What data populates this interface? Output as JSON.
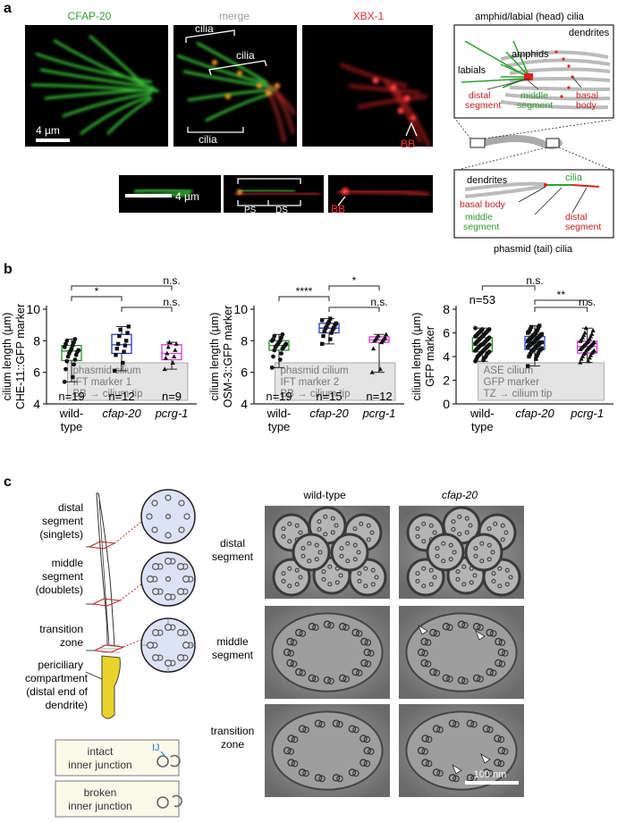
{
  "panel_a": {
    "label": "a",
    "micro_titles": {
      "green": "CFAP-20",
      "merge": "merge",
      "red": "XBX-1"
    },
    "head_labels": {
      "cilia_top": "cilia",
      "cilia_mid": "cilia",
      "cilia_bottom": "cilia",
      "bb": "BB",
      "scale": "4 µm"
    },
    "tail_labels": {
      "cilia": "cilia",
      "ps": "PS",
      "ds": "DS",
      "bb": "BB",
      "scale": "4 µm"
    },
    "head_schematic": {
      "title": "amphid/labial (head) cilia",
      "dendrites": "dendrites",
      "amphids": "amphids",
      "labials": "labials",
      "distal": "distal\nsegment",
      "middle": "middle\nsegment",
      "basal": "basal\nbody"
    },
    "tail_schematic": {
      "title": "phasmid (tail) cilia",
      "dendrites": "dendrites",
      "cilia": "cilia",
      "basal_body": "basal body",
      "middle": "middle\nsegment",
      "distal": "distal\nsegment"
    }
  },
  "panel_b": {
    "label": "b",
    "plots": [
      {
        "ylabel": "cilium length (µm)\nCHE-11::GFP marker",
        "yticks": [
          "4",
          "6",
          "8",
          "10"
        ],
        "ylim": [
          4,
          10
        ],
        "infobox": [
          "phasmid cilium",
          "IFT marker 1",
          "BB → cilium tip"
        ],
        "sig": [
          {
            "from": 0,
            "to": 1,
            "label": "*"
          },
          {
            "from": 0,
            "to": 2,
            "label": "n.s."
          },
          {
            "from": 1,
            "to": 2,
            "label": "n.s."
          }
        ],
        "n_top": "",
        "groups": [
          {
            "name": "wild-type",
            "italic": false,
            "color": "#2e8b2e",
            "marker": "circle",
            "n": "n=19",
            "q1": 6.75,
            "median": 7.35,
            "q3": 7.7,
            "min": 5.4,
            "max": 8.1,
            "points": [
              5.4,
              5.7,
              6.2,
              6.5,
              6.7,
              6.8,
              7.0,
              7.1,
              7.2,
              7.3,
              7.35,
              7.4,
              7.5,
              7.6,
              7.7,
              7.8,
              7.9,
              8.0,
              8.1
            ]
          },
          {
            "name": "cfap-20",
            "italic": true,
            "color": "#2b3fbf",
            "marker": "square",
            "n": "n=12",
            "q1": 7.2,
            "median": 7.75,
            "q3": 8.4,
            "min": 6.1,
            "max": 8.9,
            "points": [
              6.1,
              6.6,
              7.1,
              7.3,
              7.5,
              7.7,
              7.8,
              8.0,
              8.3,
              8.5,
              8.7,
              8.9
            ]
          },
          {
            "name": "pcrg-1",
            "italic": true,
            "color": "#d43fd4",
            "marker": "triangle",
            "n": "n=9",
            "q1": 6.8,
            "median": 7.2,
            "q3": 7.75,
            "min": 6.2,
            "max": 7.9,
            "points": [
              6.2,
              6.6,
              6.9,
              7.0,
              7.2,
              7.4,
              7.6,
              7.8,
              7.9
            ]
          }
        ]
      },
      {
        "ylabel": "cilium length (µm)\nOSM-3::GFP marker",
        "yticks": [
          "4",
          "6",
          "8",
          "10"
        ],
        "ylim": [
          4,
          10
        ],
        "infobox": [
          "phasmid cilium",
          "IFT marker 2",
          "BB → cilium tip"
        ],
        "sig": [
          {
            "from": 0,
            "to": 1,
            "label": "****"
          },
          {
            "from": 1,
            "to": 2,
            "label": "*"
          },
          {
            "from": 1,
            "to": 2,
            "label": "n.s."
          }
        ],
        "n_top": "",
        "groups": [
          {
            "name": "wild-type",
            "italic": false,
            "color": "#2e8b2e",
            "marker": "circle",
            "n": "n=19",
            "q1": 7.4,
            "median": 7.7,
            "q3": 8.0,
            "min": 6.3,
            "max": 8.4,
            "points": [
              6.3,
              6.8,
              7.0,
              7.2,
              7.4,
              7.5,
              7.6,
              7.6,
              7.7,
              7.7,
              7.8,
              7.8,
              7.9,
              8.0,
              8.0,
              8.1,
              8.2,
              8.3,
              8.4
            ]
          },
          {
            "name": "cfap-20",
            "italic": true,
            "color": "#2b3fbf",
            "marker": "square",
            "n": "n=15",
            "q1": 8.5,
            "median": 8.8,
            "q3": 9.1,
            "min": 7.8,
            "max": 9.4,
            "points": [
              7.8,
              8.1,
              8.3,
              8.5,
              8.6,
              8.7,
              8.8,
              8.8,
              8.9,
              9.0,
              9.1,
              9.1,
              9.2,
              9.3,
              9.4
            ]
          },
          {
            "name": "pcrg-1",
            "italic": true,
            "color": "#d43fd4",
            "marker": "triangle",
            "n": "n=12",
            "q1": 7.9,
            "median": 8.05,
            "q3": 8.25,
            "min": 6.0,
            "max": 8.4,
            "points": [
              6.0,
              6.2,
              7.5,
              7.9,
              8.0,
              8.0,
              8.1,
              8.1,
              8.2,
              8.2,
              8.3,
              8.4
            ]
          }
        ]
      },
      {
        "ylabel": "cilium length (µm)\nGFP marker",
        "yticks": [
          "0",
          "2",
          "4",
          "6",
          "8"
        ],
        "ylim": [
          0,
          8
        ],
        "infobox": [
          "ASE cilium",
          "GFP marker",
          "TZ → cilium tip"
        ],
        "sig": [
          {
            "from": 1,
            "to": 2,
            "label": "**"
          },
          {
            "from": 0,
            "to": 1,
            "label": "n.s."
          },
          {
            "from": 1,
            "to": 2,
            "label": "n.s."
          }
        ],
        "n_top": "n=53",
        "groups": [
          {
            "name": "wild-type",
            "italic": false,
            "color": "#2e8b2e",
            "marker": "circle",
            "n": "",
            "q1": 4.4,
            "median": 4.95,
            "q3": 5.6,
            "min": 3.6,
            "max": 6.4,
            "points": [
              3.6,
              3.7,
              3.8,
              3.9,
              4.0,
              4.0,
              4.1,
              4.2,
              4.2,
              4.3,
              4.3,
              4.4,
              4.4,
              4.5,
              4.5,
              4.6,
              4.6,
              4.7,
              4.7,
              4.8,
              4.8,
              4.9,
              4.9,
              5.0,
              5.0,
              5.0,
              5.1,
              5.1,
              5.2,
              5.2,
              5.3,
              5.3,
              5.4,
              5.4,
              5.5,
              5.5,
              5.6,
              5.6,
              5.7,
              5.7,
              5.8,
              5.8,
              5.9,
              5.9,
              6.0,
              6.0,
              6.1,
              6.1,
              6.2,
              6.2,
              6.3,
              6.3,
              6.4
            ]
          },
          {
            "name": "cfap-20",
            "italic": true,
            "color": "#2b3fbf",
            "marker": "square",
            "n": "",
            "q1": 4.6,
            "median": 5.15,
            "q3": 5.7,
            "min": 3.2,
            "max": 6.6,
            "points": [
              3.2,
              3.8,
              4.0,
              4.1,
              4.2,
              4.3,
              4.4,
              4.5,
              4.5,
              4.6,
              4.6,
              4.7,
              4.7,
              4.8,
              4.8,
              4.9,
              4.9,
              5.0,
              5.0,
              5.1,
              5.1,
              5.1,
              5.2,
              5.2,
              5.2,
              5.3,
              5.3,
              5.4,
              5.4,
              5.5,
              5.5,
              5.6,
              5.6,
              5.7,
              5.7,
              5.8,
              5.8,
              5.9,
              5.9,
              6.0,
              6.0,
              6.1,
              6.2,
              6.3,
              6.4,
              6.5,
              6.6
            ]
          },
          {
            "name": "pcrg-1",
            "italic": true,
            "color": "#d43fd4",
            "marker": "triangle",
            "n": "",
            "q1": 4.3,
            "median": 4.85,
            "q3": 5.3,
            "min": 3.5,
            "max": 6.4,
            "points": [
              3.5,
              3.6,
              3.8,
              3.9,
              4.0,
              4.1,
              4.2,
              4.3,
              4.3,
              4.4,
              4.5,
              4.5,
              4.6,
              4.6,
              4.7,
              4.7,
              4.8,
              4.8,
              4.9,
              4.9,
              5.0,
              5.0,
              5.1,
              5.1,
              5.2,
              5.2,
              5.3,
              5.3,
              5.4,
              5.5,
              5.6,
              5.7,
              5.8,
              5.9,
              6.0,
              6.2,
              6.4
            ]
          }
        ]
      }
    ]
  },
  "panel_c": {
    "label": "c",
    "schematic": {
      "distal": "distal\nsegment\n(singlets)",
      "middle": "middle\nsegment\n(doublets)",
      "tz": "transition\nzone",
      "pcmc": "periciliary\ncompartment\n(distal end of\ndendrite)"
    },
    "legend": {
      "ij": "IJ",
      "intact": "intact\ninner junction",
      "broken": "broken\ninner junction"
    },
    "em_cols": [
      "wild-type",
      "cfap-20"
    ],
    "em_rows": [
      "distal\nsegment",
      "middle\nsegment",
      "transition\nzone"
    ],
    "scale": "100 nm"
  }
}
